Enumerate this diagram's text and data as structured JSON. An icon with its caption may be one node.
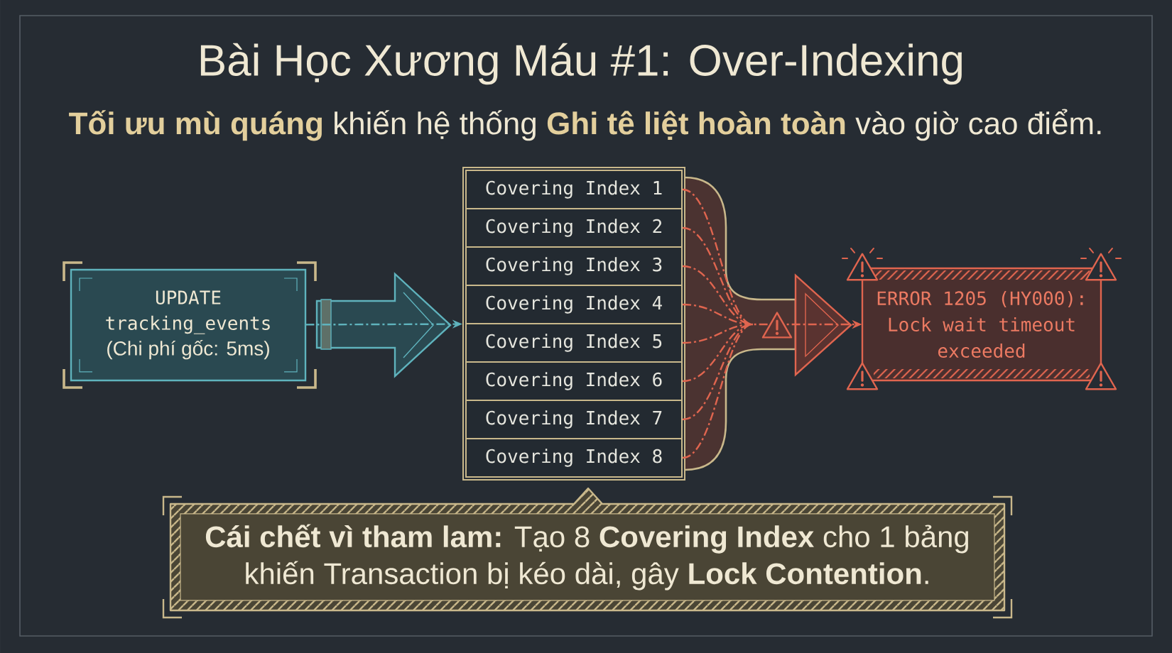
{
  "diagram": {
    "title": "Bài Học Xương Máu #1: Over-Indexing",
    "nodes": [
      {
        "text": [
          "UPDATE tracking_events",
          "(Chi phí gốc: 5ms)"
        ]
      },
      {
        "text": [],
        "shape": "box"
      },
      {
        "text": [
          "Covering Index 1"
        ],
        "in": 1
      },
      {
        "text": [
          "Covering Index 2"
        ],
        "in": 1
      },
      {
        "text": [
          "Covering Index 3"
        ],
        "in": 1
      },
      {
        "text": [
          "Covering Index 4"
        ],
        "in": 1
      },
      {
        "text": [
          "Covering Index 5"
        ],
        "in": 1
      },
      {
        "text": [
          "Covering Index 6"
        ],
        "in": 1
      },
      {
        "text": [
          "Covering Index 7"
        ],
        "in": 1
      },
      {
        "text": [
          "Covering Index 8"
        ],
        "in": 1
      },
      {
        "text": [
          "ERROR 1205 (HY000): Lock wait timeout exceeded"
        ]
      },
      {
        "text": [
          "**Cái chết vì tham lam:** Tạo 8 **Covering Index** cho 1 bảng khiến Transaction bị kéo dài, gây **Lock Contention**."
        ]
      }
    ],
    "edges": [
      {
        "from": 0,
        "to": 1,
        "arrow": "to",
        "color": "#5fb3bd"
      },
      {
        "from": 2,
        "to": 10,
        "arrow": "to"
      },
      {
        "from": 3,
        "to": 10,
        "arrow": "to"
      },
      {
        "from": 4,
        "to": 10,
        "arrow": "to"
      },
      {
        "from": 5,
        "to": 10,
        "arrow": "to"
      },
      {
        "from": 6,
        "to": 10,
        "arrow": "to"
      },
      {
        "from": 7,
        "to": 10,
        "arrow": "to"
      },
      {
        "from": 8,
        "to": 10,
        "arrow": "to"
      },
      {
        "from": 9,
        "to": 10,
        "arrow": "to"
      }
    ],
    "labels": [
      "**Tối ưu mù quáng** khiến hệ thống **Ghi tê liệt hoàn toàn** vào giờ cao điểm."
    ]
  }
}
